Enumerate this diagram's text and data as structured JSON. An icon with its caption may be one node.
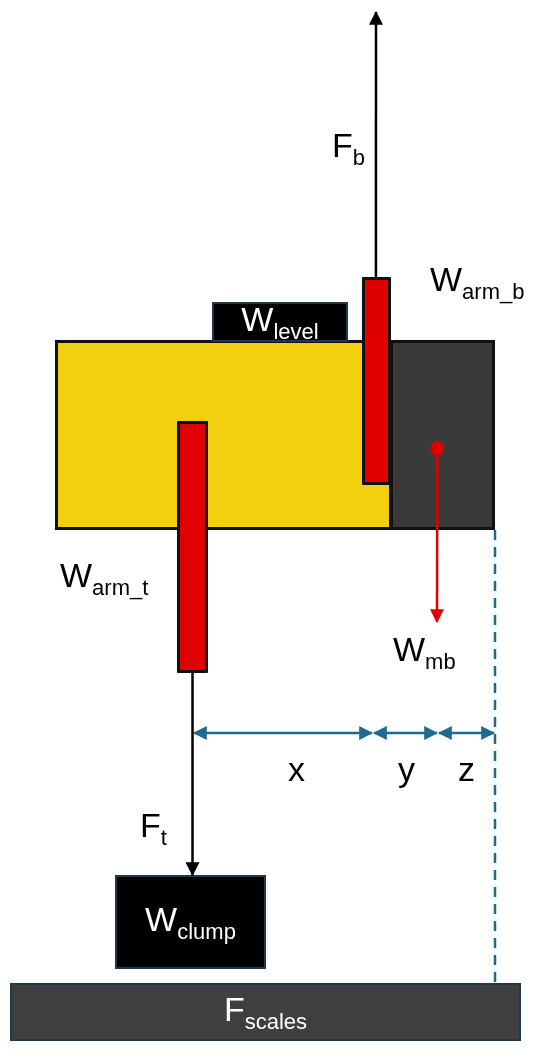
{
  "diagram": {
    "nodes": [
      {
        "text": [],
        "shape": "box"
      },
      {
        "text": [],
        "shape": "box"
      },
      {
        "text": [
          "W$_{level}$"
        ]
      },
      {
        "text": [],
        "shape": "bar",
        "beside": [
          "W$_{arm_b}$"
        ]
      },
      {
        "text": [],
        "shape": "bar",
        "beside": [
          "W$_{arm_t}$"
        ]
      },
      {
        "text": [
          "W$_{clump}$"
        ]
      },
      {
        "text": [
          "F$_{scales}$"
        ]
      }
    ],
    "edges": [
      {
        "from": 3,
        "to": null,
        "arrow": "to",
        "label": "F$_{b}$"
      },
      {
        "from": 4,
        "to": 5,
        "arrow": "to",
        "label": "F$_{t}$"
      },
      {
        "from": 1,
        "to": null,
        "arrow": "to",
        "label": "W$_{mb}$",
        "color": "#e00000"
      },
      {
        "from": 1,
        "to": 6,
        "arrow": "none",
        "style": "dashed",
        "color": "#1f6a8f"
      }
    ],
    "labels": [
      "x",
      "y",
      "z"
    ]
  }
}
